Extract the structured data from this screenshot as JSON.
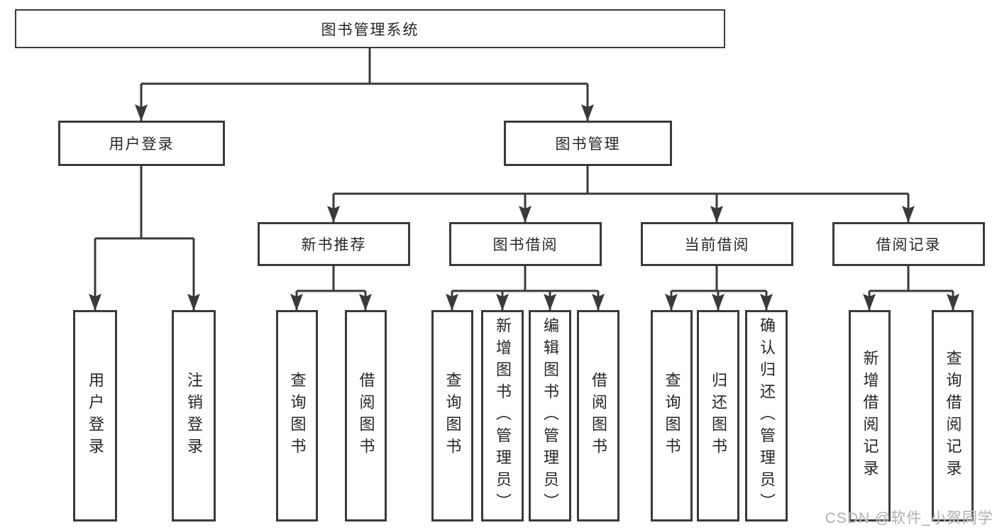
{
  "diagram": {
    "type": "hierarchy-tree",
    "background_color": "#ffffff",
    "line_color": "#3a3a3a",
    "border_color": "#3a3a3a",
    "text_color": "#262626",
    "watermark_color": "#b5b5b5"
  },
  "tree": {
    "root": {
      "label": "图书管理系统"
    },
    "children": [
      {
        "label": "用户登录",
        "children": [
          {
            "label": "用户登录"
          },
          {
            "label": "注销登录"
          }
        ]
      },
      {
        "label": "图书管理",
        "children": [
          {
            "label": "新书推荐",
            "children": [
              {
                "label": "查询图书"
              },
              {
                "label": "借阅图书"
              }
            ]
          },
          {
            "label": "图书借阅",
            "children": [
              {
                "label": "查询图书"
              },
              {
                "label": "新增图书（管理员）"
              },
              {
                "label": "编辑图书（管理员）"
              },
              {
                "label": "借阅图书"
              }
            ]
          },
          {
            "label": "当前借阅",
            "children": [
              {
                "label": "查询图书"
              },
              {
                "label": "归还图书"
              },
              {
                "label": "确认归还（管理员）"
              }
            ]
          },
          {
            "label": "借阅记录",
            "children": [
              {
                "label": "新增借阅记录"
              },
              {
                "label": "查询借阅记录"
              }
            ]
          }
        ]
      }
    ]
  },
  "watermark": {
    "text": "CSDN @软件_小贺同学"
  }
}
